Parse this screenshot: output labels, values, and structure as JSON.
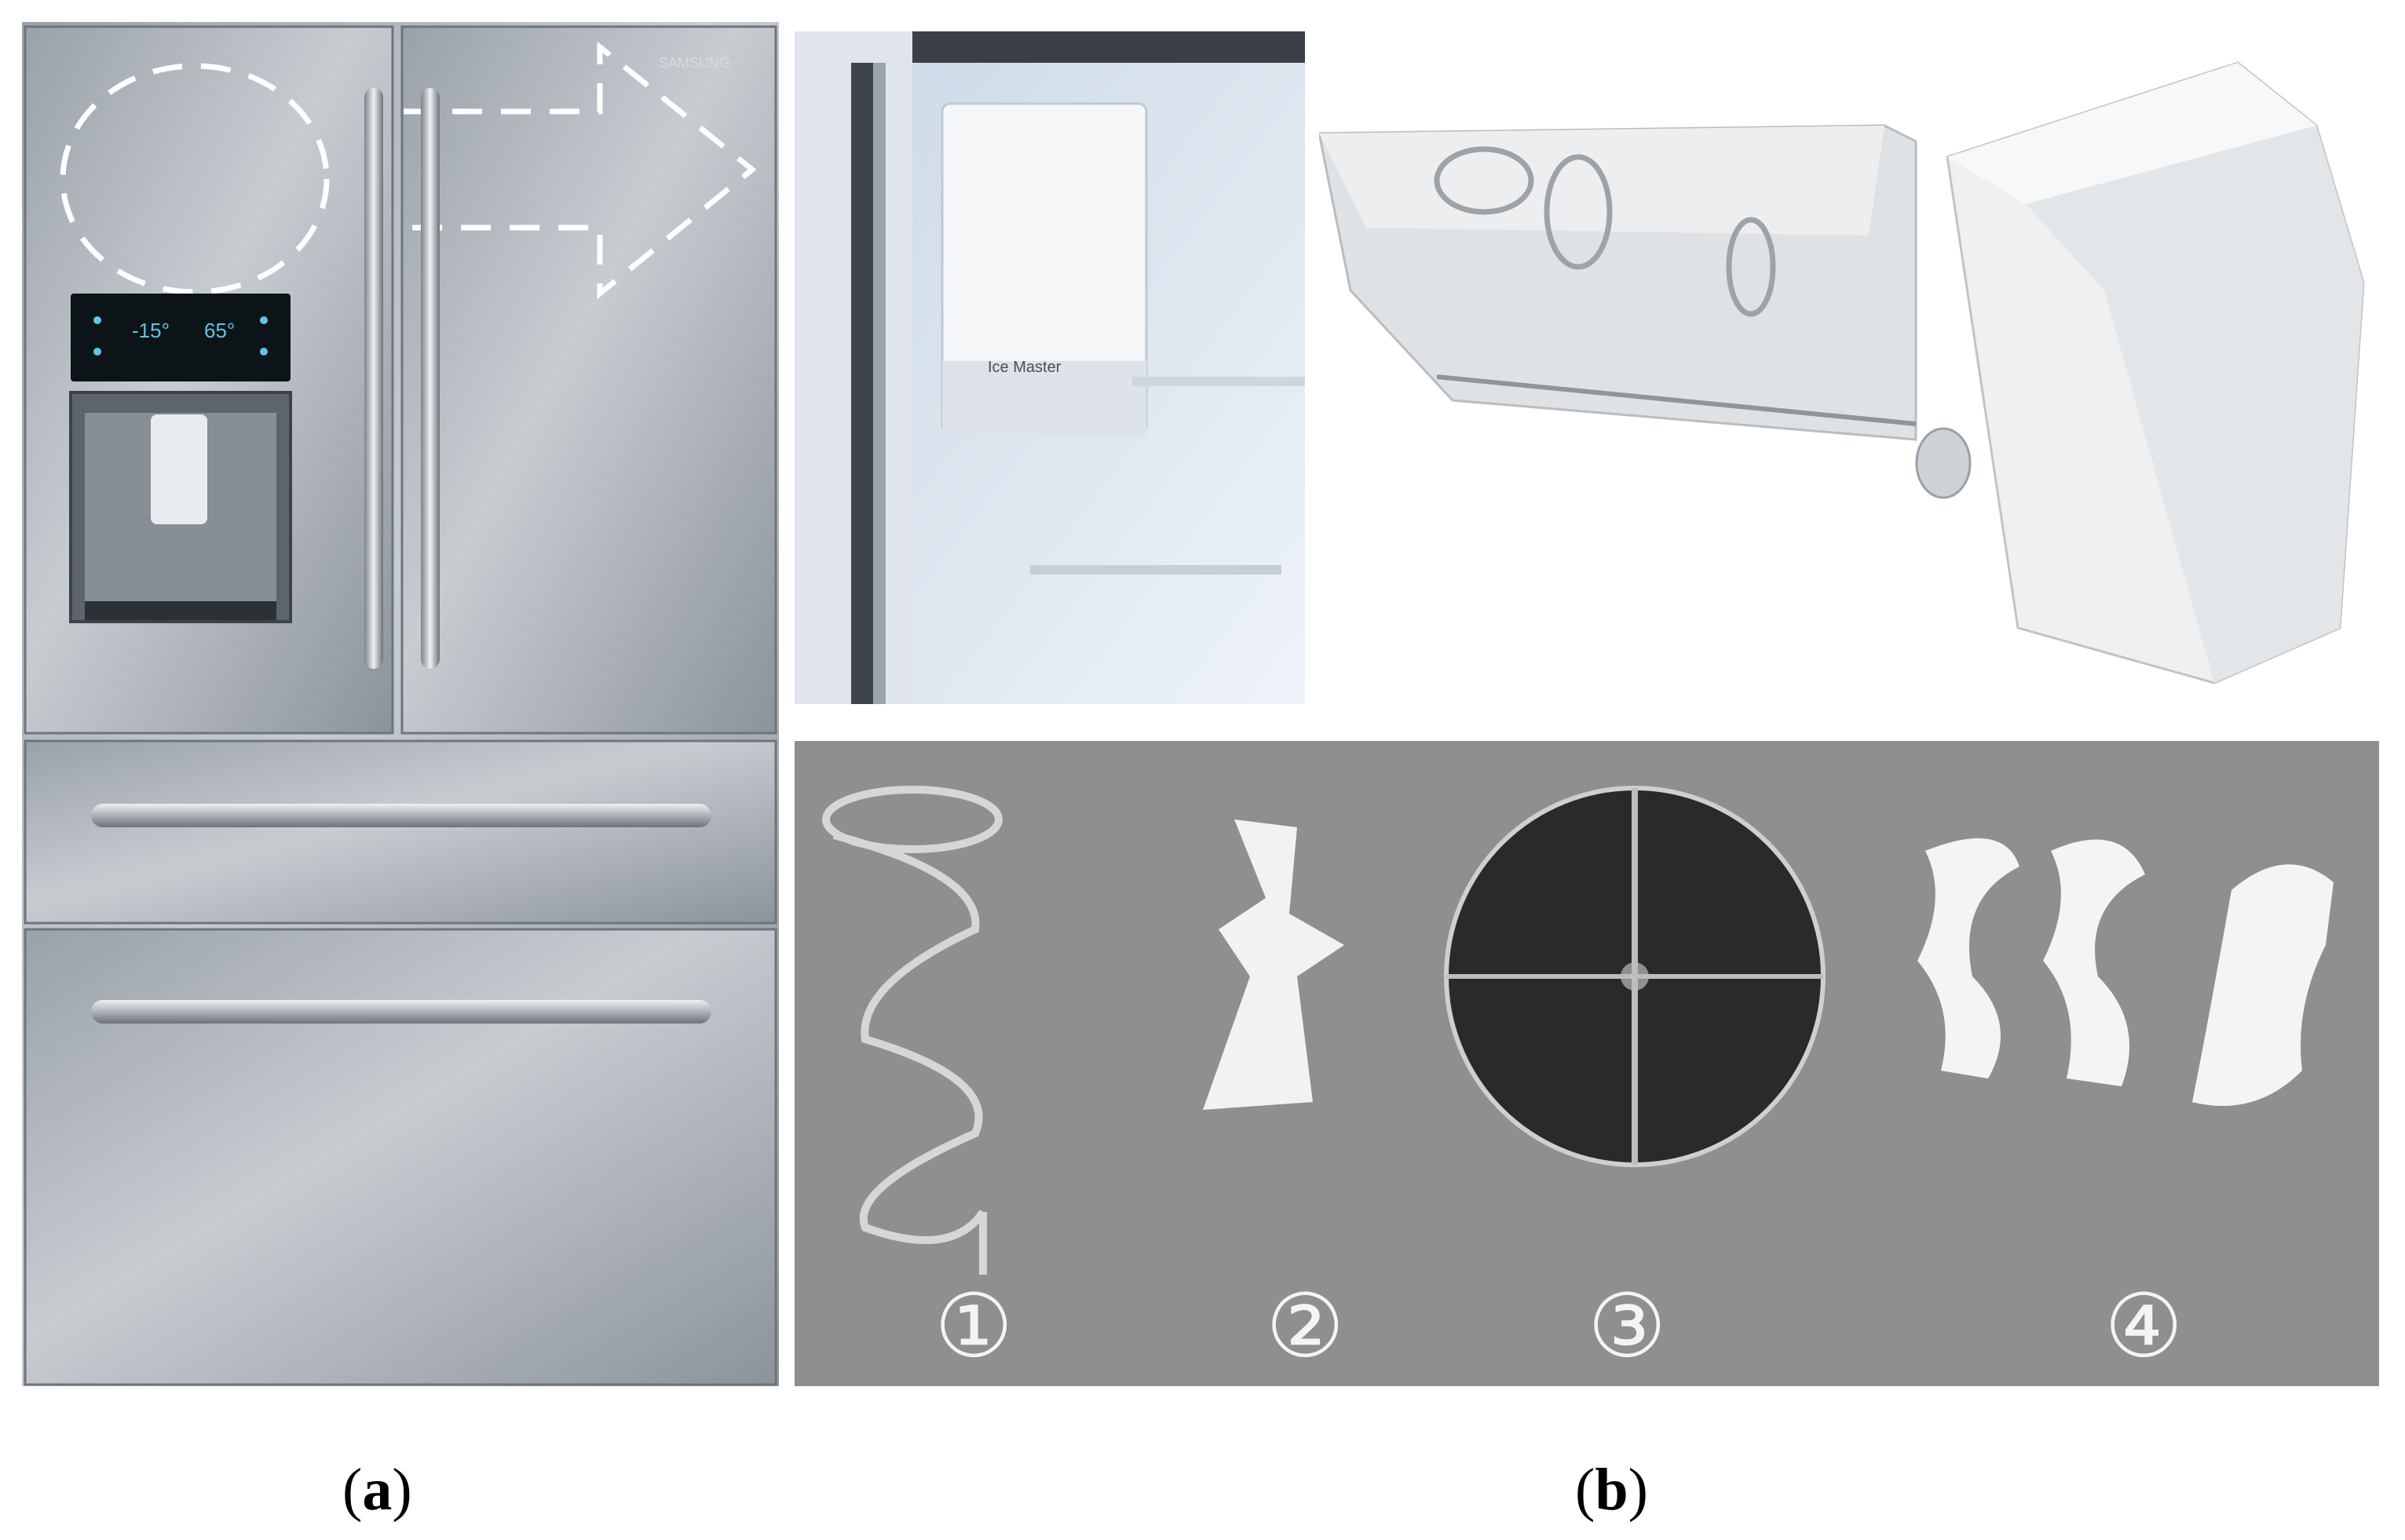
{
  "figure": {
    "panels": [
      {
        "id": "a",
        "caption_text": "a",
        "description_name": "refrigerator-photo"
      },
      {
        "id": "b",
        "caption_text": "b",
        "description_name": "ice-maker-photos"
      }
    ]
  },
  "fridge": {
    "brand": "SAMSUNG",
    "display_left": "-15°",
    "display_right": "65°"
  },
  "icemaker_interior": {
    "brand_text": "Ice Master"
  },
  "parts": {
    "labels": [
      "①",
      "②",
      "③",
      "④"
    ]
  }
}
